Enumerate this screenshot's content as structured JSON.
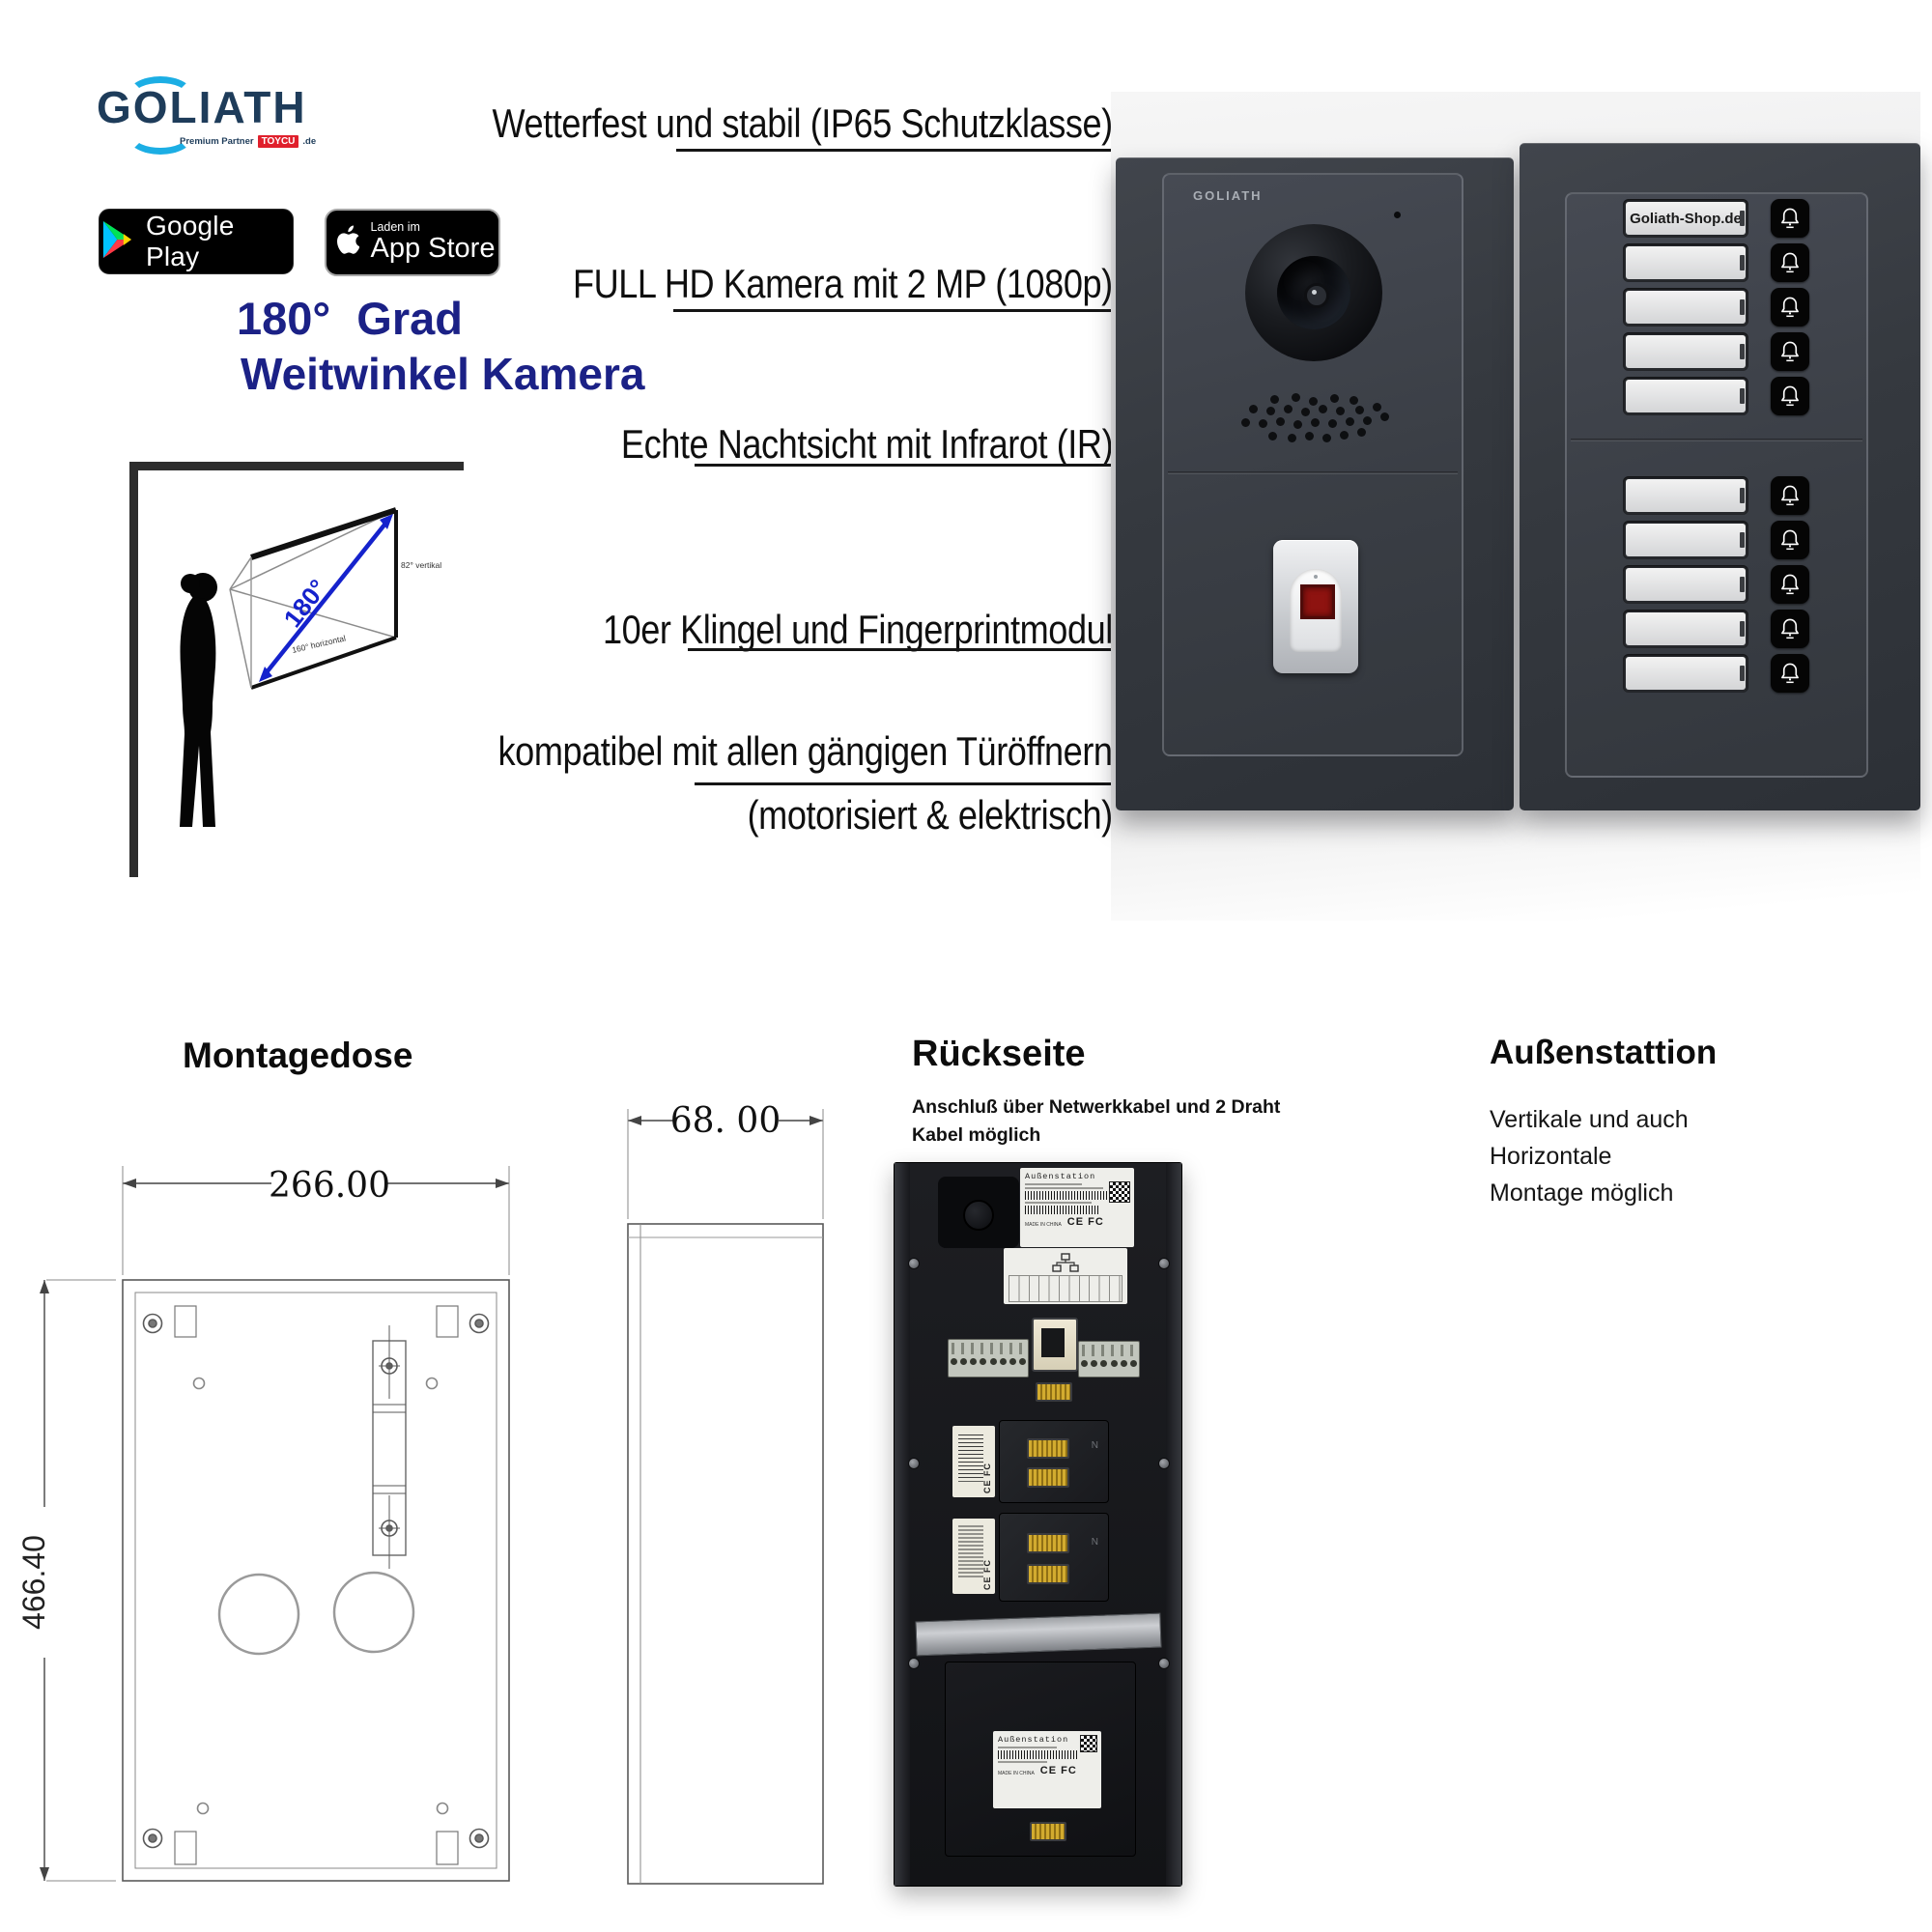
{
  "brand": {
    "logo": "GOLIATH",
    "tagline_prefix": "Premium Partner",
    "tagline_badge": "TOYCU",
    "tagline_suffix": ".de"
  },
  "store_badges": {
    "google_play_label": "Google Play",
    "app_store_line1": "Laden im",
    "app_store_line2": "App Store"
  },
  "headline": {
    "line1": "180° Grad",
    "line2": "Weitwinkel Kamera"
  },
  "fov_diagram": {
    "diagonal_label": "180°",
    "vertical_label": "82° vertikal",
    "horizontal_label": "160° horizontal"
  },
  "features": {
    "f1": "Wetterfest und stabil (IP65 Schutzklasse)",
    "f2": "FULL HD Kamera mit 2 MP (1080p)",
    "f3": "Echte Nachtsicht mit Infrarot (IR)",
    "f4": "10er Klingel und Fingerprintmodul",
    "f5": "kompatibel mit allen gängigen Türöffnern",
    "f6": "(motorisiert & elektrisch)"
  },
  "door_station": {
    "faceplate_logo": "GOLIATH",
    "nameplates": [
      "Goliath-Shop.de",
      "",
      "",
      "",
      "",
      "",
      "",
      "",
      "",
      ""
    ]
  },
  "sections": {
    "montagedose": {
      "title": "Montagedose",
      "width_mm": "266.00",
      "height_mm": "466.40",
      "depth_mm": "68. 00"
    },
    "rueckseite": {
      "title": "Rückseite",
      "note_line1": "Anschluß über Netwerkkabel und 2 Draht",
      "note_line2": "Kabel möglich"
    },
    "aussenstation": {
      "title": "Außenstattion",
      "line1": "Vertikale und auch",
      "line2": "Horizontale",
      "line3": "Montage möglich"
    }
  },
  "back_photo": {
    "label_top_title": "Außenstation",
    "label_bottom_title": "Außenstation",
    "made_in": "MADE IN CHINA",
    "ce_mark": "CE FC"
  },
  "colors": {
    "accent_navy": "#1b2186",
    "logo_navy": "#1e3c5a",
    "logo_cyan": "#1caee4",
    "badge_red": "#e0202c",
    "panel_dark": "#34383e",
    "fov_blue": "#1522cc"
  }
}
